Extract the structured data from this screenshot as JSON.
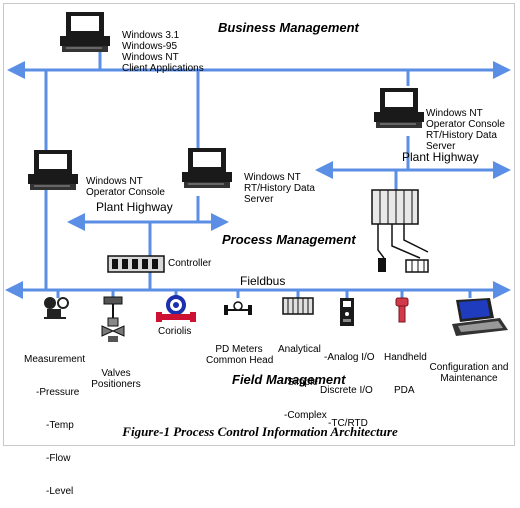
{
  "caption": "Figure-1 Process Control Information Architecture",
  "zones": {
    "business": "Business Management",
    "process": "Process Management",
    "field": "Field Management"
  },
  "networks": {
    "plant_highway_right": "Plant Highway",
    "plant_highway_left": "Plant Highway",
    "fieldbus": "Fieldbus"
  },
  "nodes": {
    "client": [
      "Windows 3.1",
      "Windows-95",
      "Windows NT",
      "Client Applications"
    ],
    "op_console": [
      "Windows NT",
      "Operator Console"
    ],
    "rt_server": [
      "Windows NT",
      "RT/History Data",
      "Server"
    ],
    "right_console": [
      "Windows NT",
      "Operator Console",
      "RT/History Data",
      "Server"
    ],
    "controller": "Controller"
  },
  "field_devices": {
    "measurement": [
      "Measurement",
      "-Pressure",
      "-Temp",
      "-Flow",
      "-Level"
    ],
    "valves": [
      "Valves",
      "Positioners"
    ],
    "coriolis": "Coriolis",
    "pd_meters": [
      "PD Meters",
      "Common Head"
    ],
    "analytical": [
      "Analytical",
      "-Simple",
      "-Complex"
    ],
    "io": [
      "-Analog I/O",
      "Discrete I/O",
      "-TC/RTD"
    ],
    "handheld": [
      "Handheld",
      "PDA"
    ],
    "config": [
      "Configuration and",
      "Maintenance"
    ]
  },
  "colors": {
    "network": "#5b8fe6",
    "computer_body": "#1a1a1a",
    "screen": "#ffffff",
    "coriolis_ring": "#1c2fae",
    "coriolis_flange": "#cc1133",
    "handheld": "#d23a4a",
    "laptop_screen": "#1f3cbf"
  }
}
